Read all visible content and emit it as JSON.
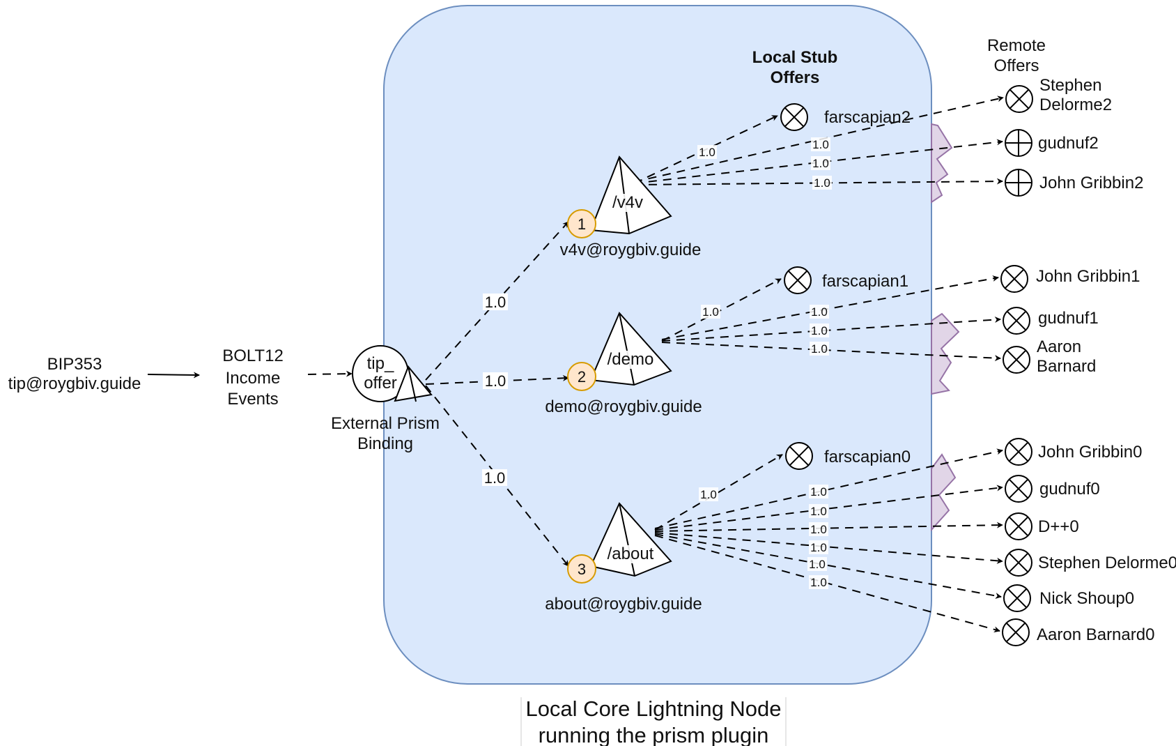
{
  "source": {
    "line1": "BIP353",
    "line2": "tip@roygbiv.guide"
  },
  "events": {
    "line1": "BOLT12",
    "line2": "Income",
    "line3": "Events"
  },
  "tip_offer": {
    "line1": "tip_",
    "line2": "offer"
  },
  "binding": {
    "line1": "External Prism",
    "line2": "Binding"
  },
  "caption": {
    "line1": "Local Core Lightning Node",
    "line2": "running the prism plugin"
  },
  "local_header": {
    "line1": "Local Stub",
    "line2": "Offers"
  },
  "remote_header": {
    "line1": "Remote",
    "line2": "Offers"
  },
  "weight": "1.0",
  "prisms": [
    {
      "num": "1",
      "path": "/v4v",
      "address": "v4v@roygbiv.guide",
      "local": "farscapian2",
      "remote": [
        {
          "line1": "Stephen",
          "line2": "Delorme2",
          "symbol": "x"
        },
        {
          "line1": "gudnuf2",
          "line2": "",
          "symbol": "plus"
        },
        {
          "line1": "John Gribbin2",
          "line2": "",
          "symbol": "plus"
        }
      ]
    },
    {
      "num": "2",
      "path": "/demo",
      "address": "demo@roygbiv.guide",
      "local": "farscapian1",
      "remote": [
        {
          "line1": "John Gribbin1",
          "line2": "",
          "symbol": "x"
        },
        {
          "line1": "gudnuf1",
          "line2": "",
          "symbol": "x"
        },
        {
          "line1": "Aaron",
          "line2": "Barnard",
          "symbol": "x"
        }
      ]
    },
    {
      "num": "3",
      "path": "/about",
      "address": "about@roygbiv.guide",
      "local": "farscapian0",
      "remote": [
        {
          "line1": "John Gribbin0",
          "line2": "",
          "symbol": "x"
        },
        {
          "line1": "gudnuf0",
          "line2": "",
          "symbol": "x"
        },
        {
          "line1": "D++0",
          "line2": "",
          "symbol": "x"
        },
        {
          "line1": "Stephen Delorme0",
          "line2": "",
          "symbol": "x"
        },
        {
          "line1": "Nick Shoup0",
          "line2": "",
          "symbol": "x"
        },
        {
          "line1": "Aaron Barnard0",
          "line2": "",
          "symbol": "x"
        }
      ]
    }
  ],
  "colors": {
    "node_fill": "#dae8fc",
    "node_stroke": "#6c8ebf",
    "badge_fill": "#ffe6cc",
    "badge_stroke": "#d79b00",
    "boundary_fill": "#e1d5e7",
    "boundary_stroke": "#9673a6"
  }
}
